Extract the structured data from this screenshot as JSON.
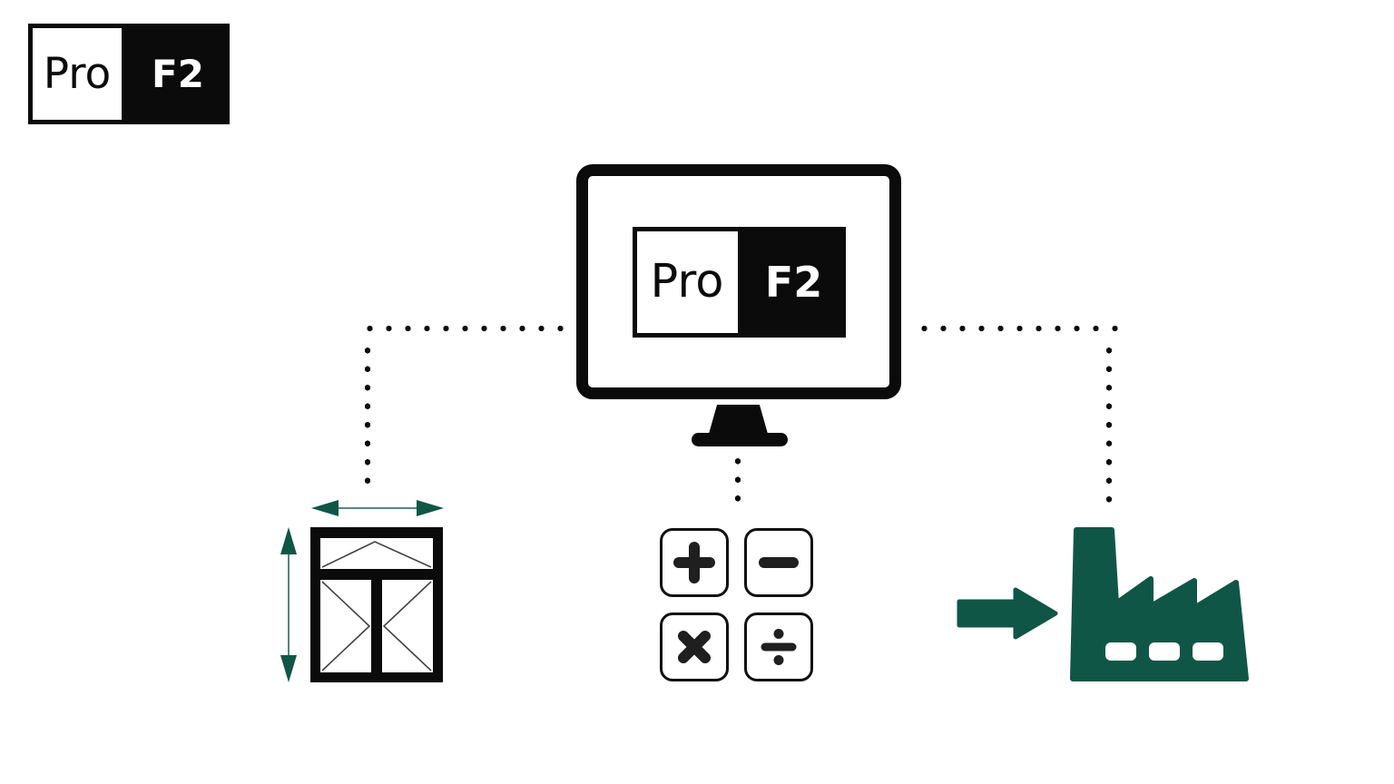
{
  "brand_badge": {
    "left_text": "Pro",
    "right_text": "F2"
  },
  "monitor": {
    "logo": {
      "left_text": "Pro",
      "right_text": "F2"
    }
  },
  "calculator": {
    "operators": [
      {
        "name": "plus",
        "symbol": "+"
      },
      {
        "name": "minus",
        "symbol": "−"
      },
      {
        "name": "multiply",
        "symbol": "×"
      },
      {
        "name": "divide",
        "symbol": "÷"
      }
    ]
  },
  "icons": {
    "monitor-icon": "computer display showing Pro F2 logo",
    "window-icon": "window with transom and two casements",
    "width-arrow-icon": "horizontal double-headed measure arrow",
    "height-arrow-icon": "vertical double-headed measure arrow",
    "arrow-right-icon": "arrow pointing into factory",
    "factory-icon": "factory building with chimney and sawtooth roof"
  },
  "colors": {
    "black": "#0b0b0b",
    "accent_green": "#105646",
    "white": "#ffffff",
    "thin_line_gray": "#444444"
  }
}
